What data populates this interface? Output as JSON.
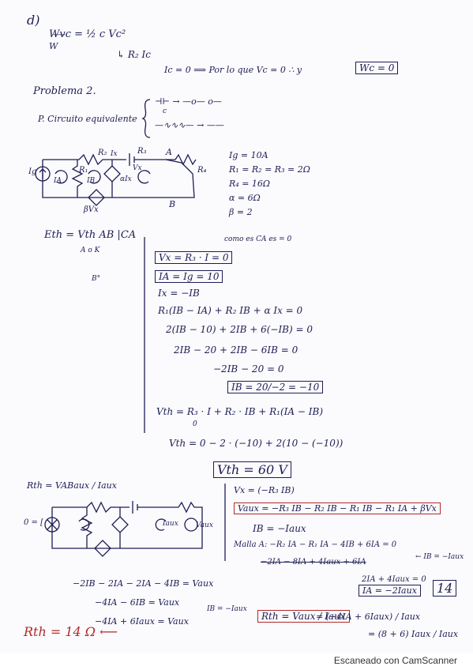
{
  "part_d": {
    "label": "d)",
    "energy_eq": "W̶v̶c = ½ c Vc²",
    "energy_below": "W",
    "arrow_ric": "↳ R₂ Ic",
    "conclusion": "Ic = 0 ⟹ Por lo que Vc = 0 ∴ y",
    "result": "Wc = 0"
  },
  "problem2": {
    "title": "Problema 2.",
    "equiv_label": "P. Circuito equivalente",
    "equiv_line1": "⊣⊢ → —o— o—",
    "equiv_label_c": "c",
    "equiv_line2": "—∿∿∿— → ——"
  },
  "circuit1": {
    "ig": "Ig",
    "r1": "R₁",
    "r2": "R₂",
    "ix": "Ix",
    "r3": "R₃",
    "node_a": "A",
    "r4": "R₄",
    "vx": "Vx",
    "alpha_ix": "αIx",
    "beta_vx": "βVx",
    "node_b": "B",
    "mesh_a": "IA",
    "mesh_b": "IB"
  },
  "givens": {
    "line1": "Ig = 10A",
    "line2": "R₁ = R₂ = R₃ = 2Ω",
    "line3": "R₄ = 16Ω",
    "line4": "α = 6Ω",
    "line5": "β = 2"
  },
  "thevenin": {
    "eth": "Eth = Vth AB |CA",
    "nodes": "A o  K",
    "node_b": "B°",
    "note": "como es CA es = 0",
    "eq1": "Vx = R₃ · I = 0",
    "eq2": "IA = Ig = 10",
    "eq3": "Ix = −IB",
    "eq4": "R₁(IB − IA) + R₂ IB + α Ix = 0",
    "eq5": "2(IB − 10) + 2IB + 6(−IB) = 0",
    "eq6": "2IB − 20 + 2IB − 6IB = 0",
    "eq7": "−2IB − 20 = 0",
    "eq8": "IB = 20/−2 = −10",
    "vth1": "Vth = R₃ · I + R₂ · IB + R₁(IA − IB)",
    "vth1_zero": "0",
    "vth2": "Vth = 0 − 2 · (−10) + 2(10 − (−10))",
    "vth_result": "Vth = 60 V"
  },
  "rth": {
    "label": "Rth = VABaux / Iaux",
    "ig_off": "0 = [",
    "iaux": "Iaux",
    "vaux": "Vaux",
    "eq1": "Vx = (−R₃ IB)",
    "eq2": "Vaux = −R₃ IB − R₂ IB − R₁ IB − R₁ IA + βVx",
    "eq3": "IB = −Iaux",
    "malla": "Malla A: −R₂ IA − R₁ IA − 4IB + 6IA = 0",
    "struck": "−2IA − 8IA + 4Iaux + 6IA",
    "side_note": "← IB = −Iaux",
    "eq4": "2IA + 4Iaux = 0",
    "eq5": "IA = −2Iaux",
    "boxed14": "14",
    "left1": "−2IB − 2IA − 2IA − 4IB = Vaux",
    "left2": "−4IA − 6IB = Vaux",
    "left3": "−4IA + 6Iaux = Vaux",
    "ib_sub": "IB = −Iaux",
    "rth_frac": "Rth = Vaux / Iaux",
    "rth_frac2": "= (−4IA + 6Iaux) / Iaux",
    "rth_frac3": "= (8 + 6) Iaux / Iaux",
    "final": "Rth = 14 Ω ⟵"
  },
  "footer": {
    "scanner": "Escaneado con CamScanner"
  }
}
